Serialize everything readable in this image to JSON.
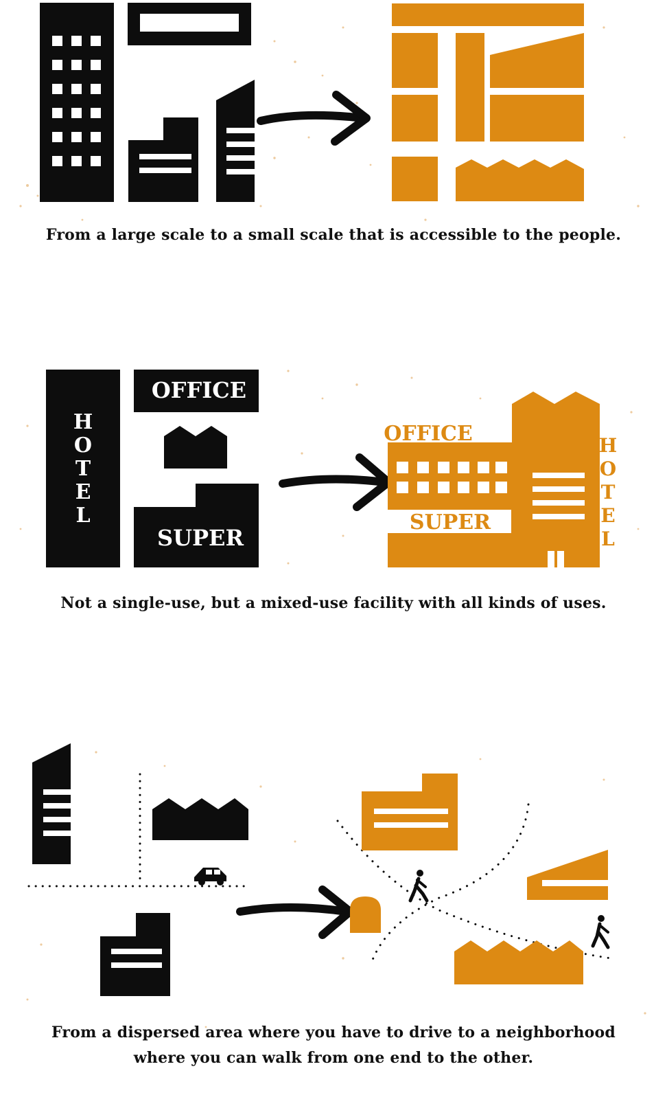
{
  "colors": {
    "ink": "#0d0d0d",
    "accent": "#dd8a13",
    "paper": "#ffffff",
    "speckle": "#e0a050"
  },
  "panels": [
    {
      "caption": "From a large scale to a small scale that is accessible to the people."
    },
    {
      "labels": {
        "hotel": "HOTEL",
        "office": "OFFICE",
        "super": "SUPER",
        "office_mixed": "OFFICE",
        "super_mixed": "SUPER",
        "hotel_mixed": "HOTEL"
      },
      "caption": "Not a single-use, but a mixed-use facility with all kinds of uses."
    },
    {
      "caption_line1": "From a dispersed area where you have to drive to a neighborhood",
      "caption_line2": "where you can walk from one end to the other."
    }
  ],
  "icons": [
    "arrow-right-icon",
    "car-icon",
    "pedestrian-icon"
  ]
}
